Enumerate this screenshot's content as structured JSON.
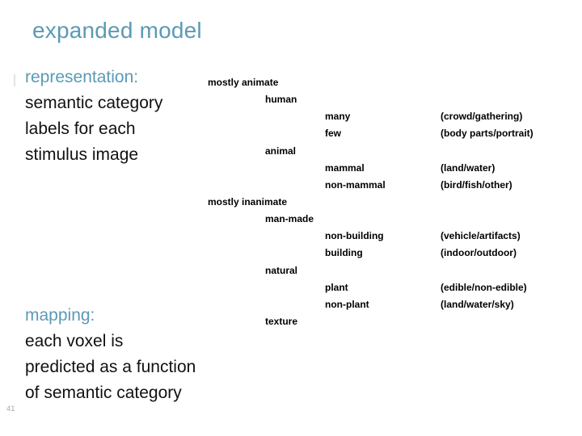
{
  "slide": {
    "title": "expanded model",
    "page_number": "41"
  },
  "representation_block": {
    "heading": "representation:",
    "lines": [
      "semantic category",
      "labels for each",
      "stimulus image"
    ]
  },
  "mapping_block": {
    "heading": "mapping:",
    "lines": [
      "each voxel is",
      "predicted as a function",
      "of semantic category"
    ]
  },
  "tree": {
    "rows": [
      {
        "label": "mostly animate",
        "level": 1,
        "annotation": ""
      },
      {
        "label": "human",
        "level": 2,
        "annotation": ""
      },
      {
        "label": "many",
        "level": 3,
        "annotation": "(crowd/gathering)"
      },
      {
        "label": "few",
        "level": 3,
        "annotation": "(body parts/portrait)"
      },
      {
        "label": "animal",
        "level": 2,
        "annotation": ""
      },
      {
        "label": "mammal",
        "level": 3,
        "annotation": "(land/water)"
      },
      {
        "label": "non-mammal",
        "level": 3,
        "annotation": "(bird/fish/other)"
      },
      {
        "label": "mostly inanimate",
        "level": 1,
        "annotation": ""
      },
      {
        "label": "man-made",
        "level": 2,
        "annotation": ""
      },
      {
        "label": "non-building",
        "level": 3,
        "annotation": "(vehicle/artifacts)"
      },
      {
        "label": "building",
        "level": 3,
        "annotation": "(indoor/outdoor)"
      },
      {
        "label": "natural",
        "level": 2,
        "annotation": ""
      },
      {
        "label": "plant",
        "level": 3,
        "annotation": "(edible/non-edible)"
      },
      {
        "label": "non-plant",
        "level": 3,
        "annotation": "(land/water/sky)"
      },
      {
        "label": "texture",
        "level": 2,
        "annotation": ""
      }
    ]
  },
  "colors": {
    "accent_teal": "#5b9ab5",
    "body_text": "#111111",
    "tree_text": "#000000",
    "page_number_gray": "#a8a8a8",
    "background": "#ffffff"
  }
}
